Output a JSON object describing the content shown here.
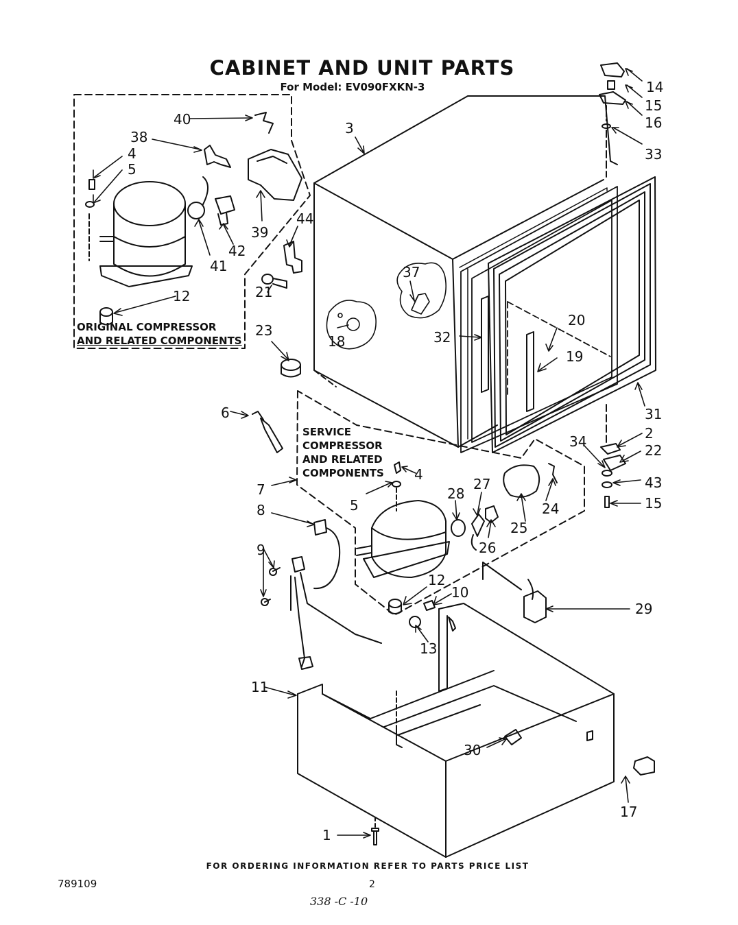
{
  "title": "CABINET AND UNIT PARTS",
  "subtitle": "For Model: EV090FXKN-3",
  "original_box_label": [
    "ORIGINAL COMPRESSOR",
    "AND RELATED COMPONENTS"
  ],
  "service_box_label": [
    "SERVICE",
    "COMPRESSOR",
    "AND RELATED",
    "COMPONENTS"
  ],
  "footer": "FOR ORDERING INFORMATION REFER TO PARTS PRICE LIST",
  "doc_number": "789109",
  "page_number": "2",
  "handwritten_note": "338 -C -10",
  "callouts": [
    "14",
    "15",
    "16",
    "33",
    "40",
    "38",
    "4",
    "5",
    "3",
    "44",
    "39",
    "41",
    "42",
    "37",
    "12",
    "21",
    "20",
    "18",
    "32",
    "19",
    "23",
    "31",
    "6",
    "2",
    "34",
    "22",
    "43",
    "15",
    "4",
    "7",
    "5",
    "28",
    "27",
    "24",
    "8",
    "25",
    "26",
    "9",
    "12",
    "10",
    "29",
    "13",
    "11",
    "30",
    "17",
    "1"
  ]
}
